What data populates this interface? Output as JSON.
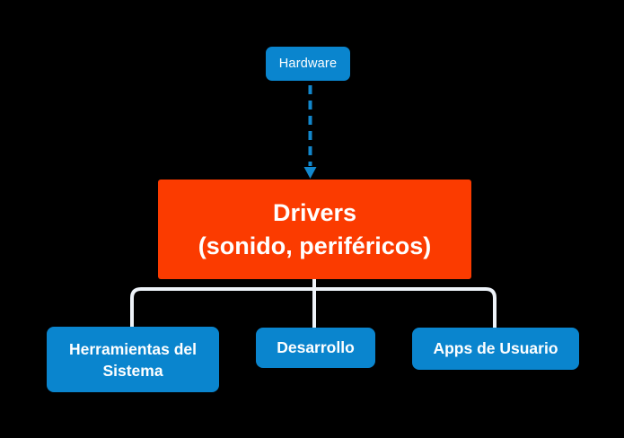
{
  "diagram": {
    "title": "Hardware to Drivers dependency diagram",
    "colors": {
      "background": "#000000",
      "node_blue": "#0a85ce",
      "node_red": "#fb3b00",
      "connector_white": "#eef3f9",
      "arrow_blue": "#1287cc",
      "text": "#ffffff"
    },
    "nodes": {
      "hardware": {
        "label": "Hardware"
      },
      "drivers": {
        "line1": "Drivers",
        "line2": "(sonido, periféricos)"
      },
      "children": [
        {
          "label": "Herramientas del Sistema"
        },
        {
          "label": "Desarrollo"
        },
        {
          "label": "Apps de Usuario"
        }
      ]
    },
    "edges": [
      {
        "from": "Hardware",
        "to": "Drivers (sonido, periféricos)",
        "style": "dashed-arrow"
      },
      {
        "from": "Drivers (sonido, periféricos)",
        "to": "Herramientas del Sistema",
        "style": "solid"
      },
      {
        "from": "Drivers (sonido, periféricos)",
        "to": "Desarrollo",
        "style": "solid"
      },
      {
        "from": "Drivers (sonido, periféricos)",
        "to": "Apps de Usuario",
        "style": "solid"
      }
    ]
  }
}
